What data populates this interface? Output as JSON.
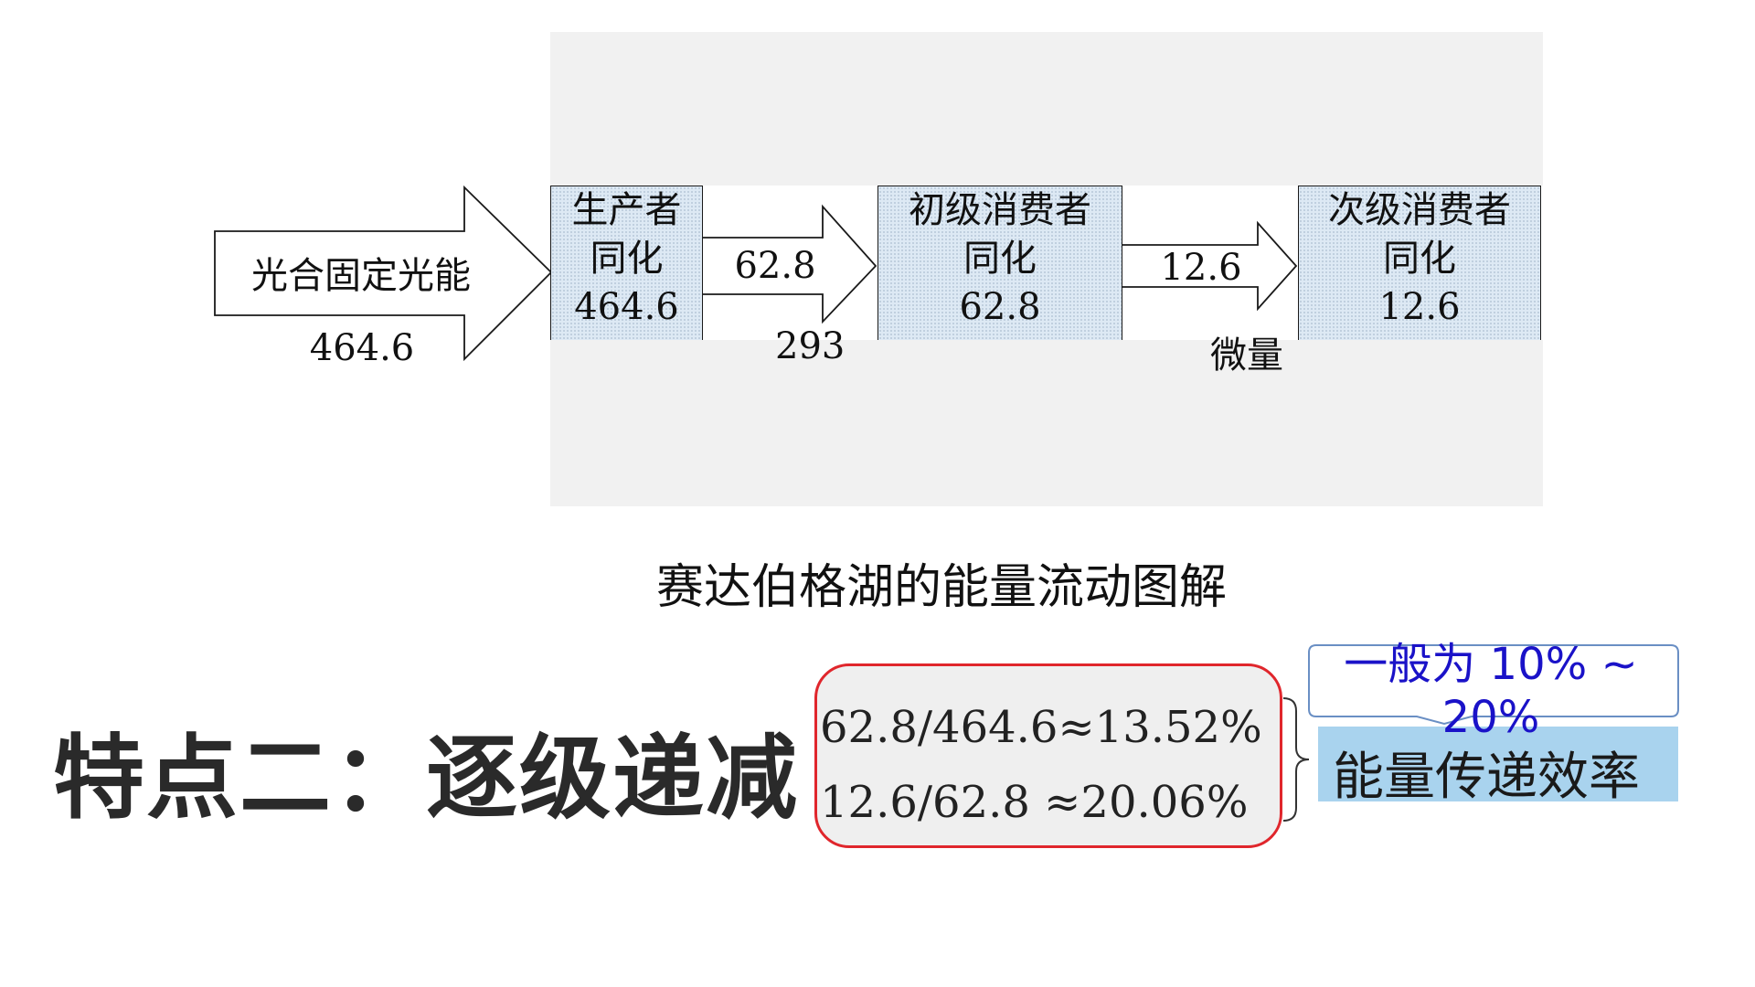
{
  "diagram": {
    "input": {
      "label": "光合固定光能",
      "value": "464.6"
    },
    "producer": {
      "line1": "生产者",
      "line2": "同化",
      "value": "464.6"
    },
    "primary_consumer": {
      "line1": "初级消费者",
      "line2": "同化",
      "value": "62.8"
    },
    "secondary_consumer": {
      "line1": "次级消费者",
      "line2": "同化",
      "value": "12.6"
    },
    "flow_1": {
      "value": "62.8"
    },
    "flow_2": {
      "value": "12.6"
    },
    "partial_label_1": "293",
    "partial_label_2": "微量"
  },
  "caption": "赛达伯格湖的能量流动图解",
  "heading": "特点二：逐级递减",
  "calculations": [
    "62.8/464.6≈13.52%",
    "12.6/62.8 ≈20.06%"
  ],
  "result_label": "能量传递效率",
  "callout": "一般为 10% ~ 20%",
  "colors": {
    "node_fill": "#dde9f4",
    "calc_border": "#e0262c",
    "result_fill": "#a9d3ee",
    "callout_text": "#1a12c8"
  }
}
